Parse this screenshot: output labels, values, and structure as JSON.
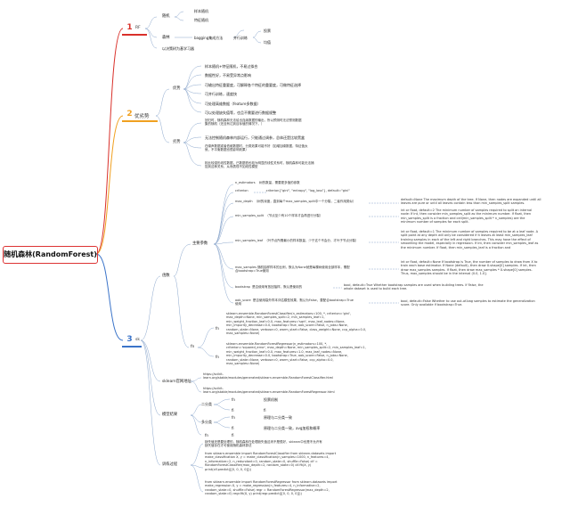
{
  "root": {
    "title": "随机森林(RandomForest)"
  },
  "branch1": {
    "number": "1",
    "title": "RF",
    "nodes": {
      "random": "随机",
      "sample_random": "样本随机",
      "feature_random": "特征随机",
      "forest": "森林",
      "bagging": "bagging集成方法",
      "vote_reg": "并行训练",
      "vote": "投票",
      "mean": "均值",
      "decision": "以决策树为基学习器"
    }
  },
  "branch2": {
    "number": "2",
    "title": "优劣势",
    "pros_label": "优势",
    "pros": [
      "样本随机+特征随机，不易过拟合",
      "数据性好，不易受异常点影响",
      "可输出特征重要度，可解释各个特征的重要度，可做特征选择",
      "可并行训练，速度快",
      "可处理高维数据（feature多数据）",
      "可以处理缺失值等，也且不需要进行数据规整"
    ],
    "cons_label": "劣势",
    "cons": [
      "回归时，随机森林无法给出连续数据的输出，所以预测时无法预测数据\n集的随机（还没有达到目标值的情况下。）",
      "无法控制随机森林内部运行，只能通过调参，总体还是比较黑盒",
      "在噪声数据或者低维数据时，分类效果可能不好（如增加噪数据，特征值太\n就，不平衡数据也很影响效果）",
      "相比较强形线性数据，已数据低也较为明显的线性关系时，随机森林可能无法捕\n捉到这种关系，从而表现不如线性模型"
    ]
  },
  "branch3": {
    "number": "3",
    "title": "sk",
    "params_label": "函数",
    "main_params_label": "主要参数",
    "params": [
      {
        "name": "n_estimators",
        "desc": "树的数量，需要更多值的参数"
      },
      {
        "name": "criterion",
        "desc": "criterion{\"gini\", \"entropy\", \"log_loss\"}, default=\"gini\""
      },
      {
        "name": "max_depth",
        "desc": "（树的深度，直到每个max_samples_split中一个分裂，二者作用类似）",
        "detail": "default=None The maximum depth of the tree. If None, then nodes are expanded until all\nleaves are pure or until all leaves contain less than min_samples_split samples."
      },
      {
        "name": "min_samples_split",
        "desc": "（节点至少有10个样本才会再进行分裂）",
        "detail": "int or float, default=2 The minimum number of samples required to split an internal\nnode: If int, then consider min_samples_split as the minimum number. If float, then\nmin_samples_split is a fraction and ceil(min_samples_split * n_samples) are the\nminimum number of samples for each split."
      },
      {
        "name": "min_samples_leaf",
        "desc": "（叶节点所需最小的样本数量，少于这个不会分，才叶子节点分裂）",
        "detail": "int or float, default=1 The minimum number of samples required to be at a leaf node. A\nsplit point at any depth will only be considered if it leaves at least min_samples_leaf\ntraining samples in each of the left and right branches. This may have the effect of\nsmoothing the model, especially in regression. If int, then consider min_samples_leaf as\nthe minimum number. If float, then min_samples_leaf is a fraction and"
      },
      {
        "name": "max_samples",
        "desc": "随机抽样样本的比例，默认为None就是每棵树使用全部样本，需配\n合bootstrap=True使用",
        "detail": "int or float, default=None If bootstrap is True, the number of samples to draw from X to\ntrain each base estimator. If None (default), then draw X.shape[0] samples. If int, then\ndraw max_samples samples. If float, then draw max_samples * X.shape[0] samples.\nThus, max_samples should be in the interval (0.0, 1.0]."
      },
      {
        "name": "bootstrap",
        "desc": "是否使用有放回抽样，默认是使用的",
        "detail": "bool, default=True Whether bootstrap samples are used when building trees. If False, the\nwhole dataset is used to build each tree."
      },
      {
        "name": "oob_score",
        "desc": "是否使用袋外样本评估模型效果，默认为False，要配合bootstrap=True\n使用",
        "detail": "bool, default=False Whether to use out-of-bag samples to estimate the generalization\nscore. Only available if bootstrap=True."
      }
    ],
    "fn_label": "fn",
    "clf_label": "fn",
    "clf_code": "sklearn.ensemble.RandomForestClassifier(n_estimators=100, *, criterion='gini',\nmax_depth=None, min_samples_split=2, min_samples_leaf=1,\nmin_weight_fraction_leaf=0.0, max_features='sqrt', max_leaf_nodes=None,\nmin_impurity_decrease=0.0, bootstrap=True, oob_score=False, n_jobs=None,\nrandom_state=None, verbose=0, warm_start=False, class_weight=None, ccp_alpha=0.0,\nmax_samples=None)",
    "reg_label": "fn",
    "reg_code": "sklearn.ensemble.RandomForestRegressor(n_estimators=100, *,\ncriterion='squared_error', max_depth=None, min_samples_split=2, min_samples_leaf=1,\nmin_weight_fraction_leaf=0.0, max_features=1.0, max_leaf_nodes=None,\nmin_impurity_decrease=0.0, bootstrap=True, oob_score=False, n_jobs=None,\nrandom_state=None, verbose=0, warm_start=False, ccp_alpha=0.0,\nmax_samples=None)",
    "url_label": "sklearn官网地址",
    "urls": [
      "https://scikit-\nlearn.org/stable/modules/generated/sklearn.ensemble.RandomForestClassifier.html",
      "https://scikit-\nlearn.org/stable/modules/generated/sklearn.ensemble.RandomForestRegressor.html"
    ],
    "model_label": "模型结果",
    "binary_label": "二分类",
    "multi_label": "多分类",
    "results": [
      {
        "key": "fn",
        "val": "投票机制"
      },
      {
        "key": "fi",
        "val": "fi"
      },
      {
        "key": "fn",
        "val": "原理与二分类一致"
      },
      {
        "key": "fi",
        "val": "原理与二分类一致，avg加权和概率"
      }
    ],
    "extra_fn": "fn",
    "extra_fi": "fi",
    "code_label": "训练过程",
    "code_note": "缺失值还是要处理的，随机森林在处理缺失值这块不是很好，sklearn中也是不允许有\n缺失值存在才可使用随机森林算法",
    "code1": "from sklearn.ensemble import RandomForestClassifier from sklearn.datasets import\nmake_classification X, y = make_classification(n_samples=1000, n_features=4,\nn_informative=2, n_redundant=0, random_state=0, shuffle=False) clf =\nRandomForestClassifier(max_depth=2, random_state=0) clf.fit(X, y)\nprint(clf.predict([[0, 0, 0, 0]]))",
    "code2": "from sklearn.ensemble import RandomForestRegressor from sklearn.datasets import\nmake_regression X, y = make_regression(n_features=4, n_informative=2,\nrandom_state=0, shuffle=False) regr = RandomForestRegressor(max_depth=2,\nrandom_state=0) regr.fit(X, y) print(regr.predict([[0, 0, 0, 0]]))"
  },
  "colors": {
    "red": "#d9302a",
    "orange": "#f0a020",
    "blue": "#3b74c9",
    "branch": "#7a9cc6"
  }
}
